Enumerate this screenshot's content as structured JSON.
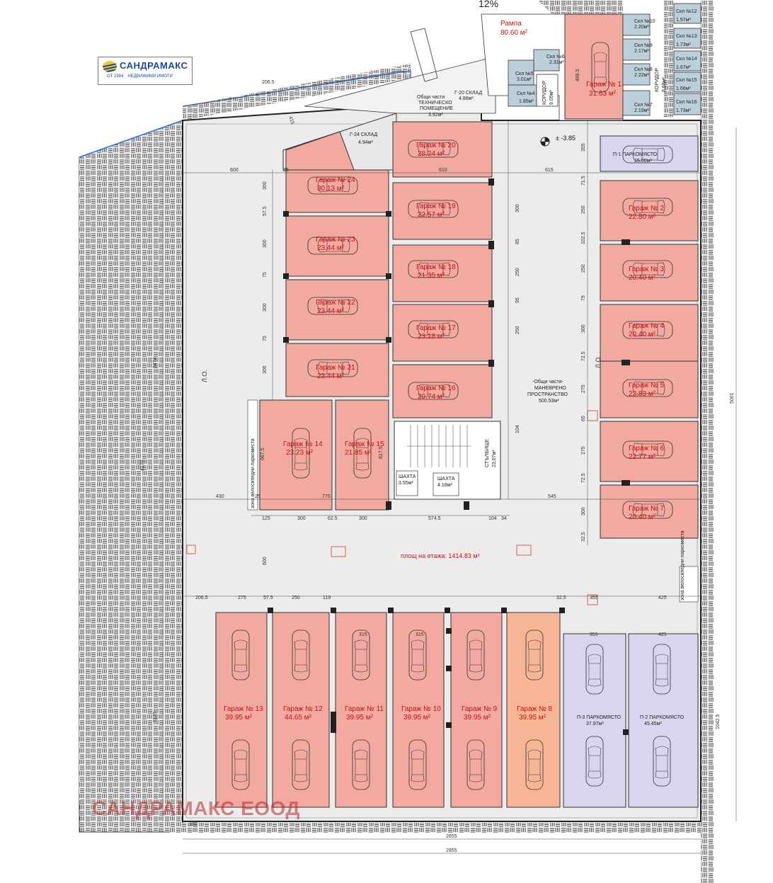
{
  "logo": {
    "name": "САНДРАМАКС",
    "since": "ОТ 1994",
    "tagline": "НЕДВИЖИМИ ИМОТИ"
  },
  "watermark": "САНДРАМАКС ЕООД",
  "labels": {
    "slope": "12%",
    "ramp": "Рампа",
    "ramp_area": "80.60 м²",
    "elevation": "± -3.85",
    "floor_area": "площ на етажа: 1414.83 м²",
    "maneuver_1": "-Общи части-",
    "maneuver_2": "МАНЕВРЕНО",
    "maneuver_3": "ПРОСТРАНСТВО",
    "maneuver_area": "500.53м²",
    "tech_1": "Общи части",
    "tech_2": "ТЕХНИЧЕСКО",
    "tech_3": "ПОМЕЩЕНИЕ",
    "tech_area": "3.92м²",
    "store20": "Г-20 СКЛАД",
    "store20_area": "4.88м²",
    "store24": "Г-24 СКЛАД",
    "store24_area": "4.94м²",
    "stairs": "СТЪЛБИЩЕ",
    "stairs_area": "23.07м²",
    "shaft1": "ШАХТА",
    "shaft1_area": "3.55м²",
    "shaft2": "ШАХТА",
    "shaft2_area": "4.18м²",
    "corridor1": "КОРИДОР",
    "corridor1_area": "9.05м²",
    "corridor2": "КОРИДОР",
    "corridor2_area": "8.68м²",
    "lo_left": "Л.О.",
    "lo_right": "Л.О.",
    "bike_left": "зона велосипедни паркоместа",
    "bike_right": "зона велосипедни паркоместа",
    "p1": "П-1 ПАРКОМЯСТО",
    "p1_area": "15.00м²",
    "p2": "П-2 ПАРКОМЯСТО",
    "p2_area": "45.45м²",
    "p3": "П-3 ПАРКОМЯСТО",
    "p3_area": "37.97м²"
  },
  "storage": [
    {
      "name": "Скл №4",
      "area": "1.85м²"
    },
    {
      "name": "Скл №5",
      "area": "3.01м²"
    },
    {
      "name": "Скл №6",
      "area": "2.31м²"
    },
    {
      "name": "Скл №7",
      "area": "2.19м²"
    },
    {
      "name": "Скл №8",
      "area": "2.22м²"
    },
    {
      "name": "Скл №9",
      "area": "2.17м²"
    },
    {
      "name": "Скл №10",
      "area": "2.20м²"
    },
    {
      "name": "Скл №12",
      "area": "1.57м²"
    },
    {
      "name": "Скл №13",
      "area": "1.73м²"
    },
    {
      "name": "Скл №14",
      "area": "1.67м²"
    },
    {
      "name": "Скл №15",
      "area": "1.66м²"
    },
    {
      "name": "Скл №16",
      "area": "1.73м²"
    }
  ],
  "garages": [
    {
      "name": "Гараж № 1",
      "area": "31.63 м²"
    },
    {
      "name": "Гараж № 2",
      "area": "22.80 м²"
    },
    {
      "name": "Гараж № 3",
      "area": "20.40 м²"
    },
    {
      "name": "Гараж № 4",
      "area": "20.40 м²"
    },
    {
      "name": "Гараж № 5",
      "area": "22.83 м²"
    },
    {
      "name": "Гараж № 6",
      "area": "22.77 м²"
    },
    {
      "name": "Гараж № 7",
      "area": "20.40 м²"
    },
    {
      "name": "Гараж № 8",
      "area": "39.95 м²"
    },
    {
      "name": "Гараж № 9",
      "area": "39.95 м²"
    },
    {
      "name": "Гараж № 10",
      "area": "39.95 м²"
    },
    {
      "name": "Гараж № 11",
      "area": "39.95 м²"
    },
    {
      "name": "Гараж № 12",
      "area": "44.65 м²"
    },
    {
      "name": "Гараж № 13",
      "area": "39.95 м²"
    },
    {
      "name": "Гараж № 14",
      "area": "23.23 м²"
    },
    {
      "name": "Гараж № 15",
      "area": "21.85 м²"
    },
    {
      "name": "Гараж № 16",
      "area": "20.74 м²"
    },
    {
      "name": "Гараж № 17",
      "area": "23.18 м²"
    },
    {
      "name": "Гараж № 18",
      "area": "21.35 м²"
    },
    {
      "name": "Гараж № 19",
      "area": "22.57 м²"
    },
    {
      "name": "Гараж № 20",
      "area": "28.24 м²"
    },
    {
      "name": "Гараж № 21",
      "area": "23.44 м²"
    },
    {
      "name": "Гараж № 22",
      "area": "23.44 м²"
    },
    {
      "name": "Гараж № 23",
      "area": "23.44 м²"
    },
    {
      "name": "Гараж № 24",
      "area": "30.13 м²"
    }
  ],
  "dims": {
    "row1": [
      "600",
      "25",
      "610",
      "615"
    ],
    "row2": [
      "430",
      "25",
      "770",
      "545"
    ],
    "row3": [
      "125",
      "300",
      "62.5",
      "300",
      "574.5",
      "104",
      "34"
    ],
    "row4": [
      "206.5",
      "275",
      "57.5",
      "250",
      "119",
      "32.5",
      "355",
      "425"
    ],
    "left_v": [
      "300",
      "57.5",
      "300",
      "75",
      "300",
      "75",
      "300"
    ],
    "mid_v": [
      "300",
      "85",
      "250",
      "95",
      "250",
      "104"
    ],
    "right_v": [
      "355",
      "71.5",
      "250",
      "102.5",
      "250",
      "79",
      "300",
      "72.5",
      "275",
      "65",
      "275",
      "72.5",
      "300",
      "32.5"
    ],
    "side_left": [
      "2474",
      "4170",
      "1175"
    ],
    "side_right": "5001",
    "bottom": [
      "190",
      "2655",
      "2955"
    ],
    "bay": [
      "315",
      "315",
      "355",
      "425",
      "1042.5",
      "667.5",
      "617.5",
      "600",
      "415",
      "206.5",
      "488.5"
    ]
  }
}
